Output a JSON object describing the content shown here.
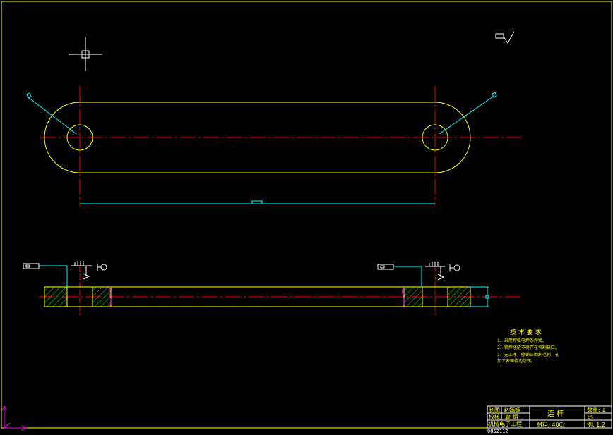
{
  "drawing": {
    "tech_requirements": {
      "title": "技 术 要 求",
      "items": [
        "1、采用焊弧电焊条焊接。",
        "2、钢焊坯缝不得存在气割缺口。",
        "3、无工序，修钢正倒刺毛刺，孔",
        "加工表面修边防锈。"
      ]
    },
    "title_block": {
      "drawn_label": "制图",
      "drawn_name": "赵嫣嫣",
      "checked_label": "校核",
      "checked_name": "雇 炳",
      "dept": "机械电子工程",
      "student_no": "0852112",
      "part_name": "连  杆",
      "material": "材料: 40Cr",
      "quantity": "数量: 1",
      "scale_label": "比",
      "scale": "例: 1:2"
    }
  },
  "colors": {
    "background": "#000000",
    "outline": "#ffff00",
    "centerline": "#ff0000",
    "dimension": "#00ffff",
    "hatch": "#00ff00",
    "frame": "#ffff00",
    "title_block": "#ff00ff",
    "cursor": "#ffffff"
  }
}
